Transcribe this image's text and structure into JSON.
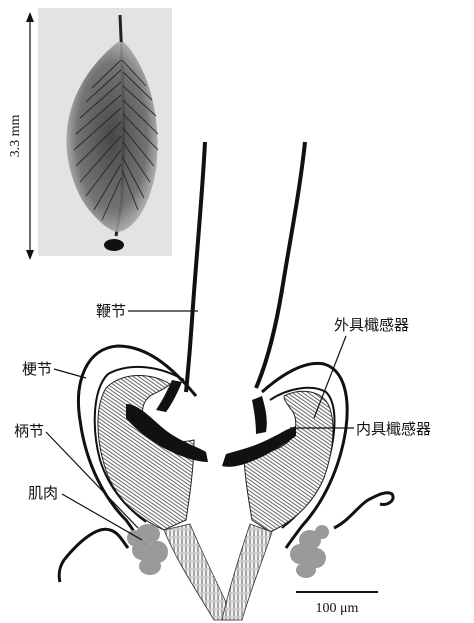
{
  "photo": {
    "scale_label": "3.3 mm"
  },
  "labels": {
    "flagellum": "鞭节",
    "pedicel": "梗节",
    "scape": "柄节",
    "muscle": "肌肉",
    "outer_organ": "外具檝感器",
    "inner_organ": "内具檝感器"
  },
  "scale_bar": {
    "label": "100 μm"
  },
  "colors": {
    "ink": "#111111",
    "muscle_fill": "#9a9a9a",
    "photo_bg": "#d9d9d9"
  }
}
